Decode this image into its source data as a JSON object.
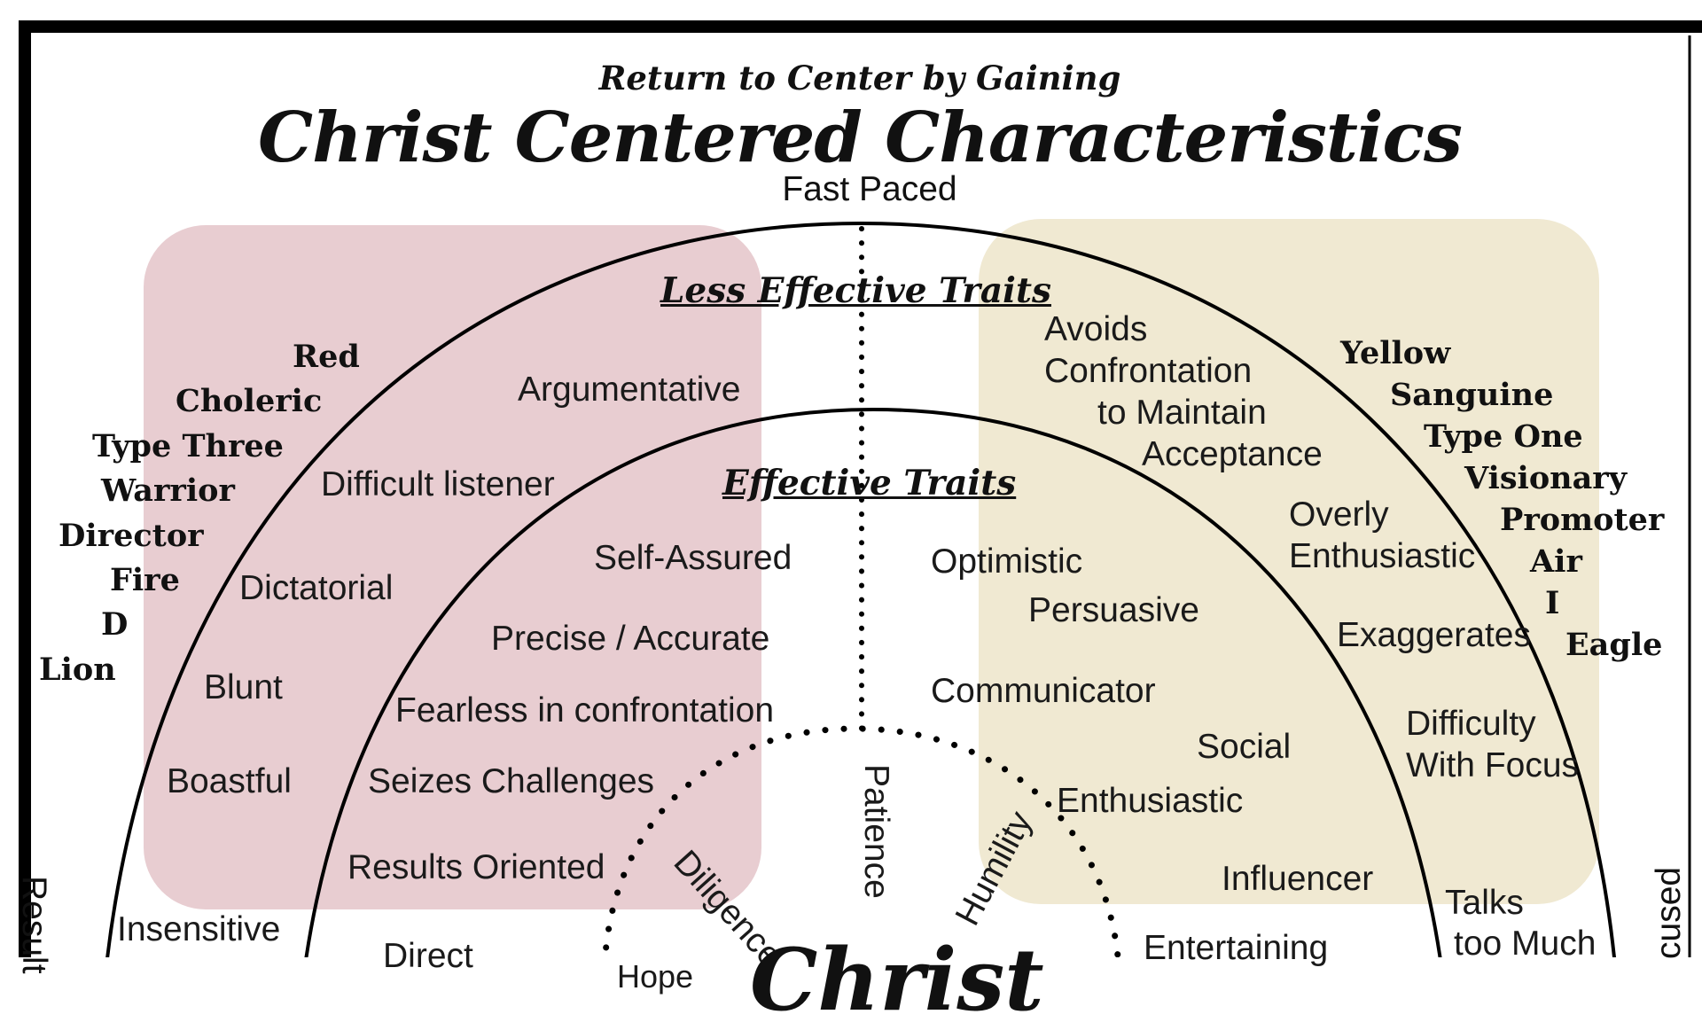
{
  "header": {
    "subtitle": "Return to Center by Gaining",
    "title": "Christ Centered Characteristics",
    "top_axis": "Fast Paced"
  },
  "sections": {
    "less_effective": "Less Effective Traits",
    "effective": "Effective Traits",
    "center_partial": "Christ"
  },
  "colors": {
    "red_zone": "#e8cdd1",
    "yellow_zone": "#f0e9d2",
    "ink": "#000000"
  },
  "red_profile": [
    "Red",
    "Choleric",
    "Type Three",
    "Warrior",
    "Director",
    "Fire",
    "D",
    "Lion"
  ],
  "yellow_profile": [
    "Yellow",
    "Sanguine",
    "Type One",
    "Visionary",
    "Promoter",
    "Air",
    "I",
    "Eagle"
  ],
  "red_less": {
    "argumentative": "Argumentative",
    "difficult_listener": "Difficult listener",
    "dictatorial": "Dictatorial",
    "blunt": "Blunt",
    "boastful": "Boastful",
    "insensitive": "Insensitive"
  },
  "red_effective": {
    "self_assured": "Self-Assured",
    "precise": "Precise / Accurate",
    "fearless": "Fearless in confrontation",
    "seizes": "Seizes Challenges",
    "results_oriented": "Results Oriented",
    "direct": "Direct"
  },
  "yellow_less": {
    "avoids_1": "Avoids",
    "avoids_2": "Confrontation",
    "avoids_3": "to Maintain",
    "avoids_4": "Acceptance",
    "overly_1": "Overly",
    "overly_2": "Enthusiastic",
    "exaggerates": "Exaggerates",
    "focus_1": "Difficulty",
    "focus_2": "With Focus",
    "talks_1": "Talks",
    "talks_2": "too Much"
  },
  "yellow_effective": {
    "optimistic": "Optimistic",
    "persuasive": "Persuasive",
    "communicator": "Communicator",
    "social": "Social",
    "enthusiastic": "Enthusiastic",
    "influencer": "Influencer",
    "entertaining": "Entertaining"
  },
  "virtues": {
    "diligence": "Diligence",
    "patience": "Patience",
    "humility": "Humility",
    "hope_partial": "Hope"
  },
  "side_axes": {
    "left": "Result",
    "right": "cused"
  }
}
